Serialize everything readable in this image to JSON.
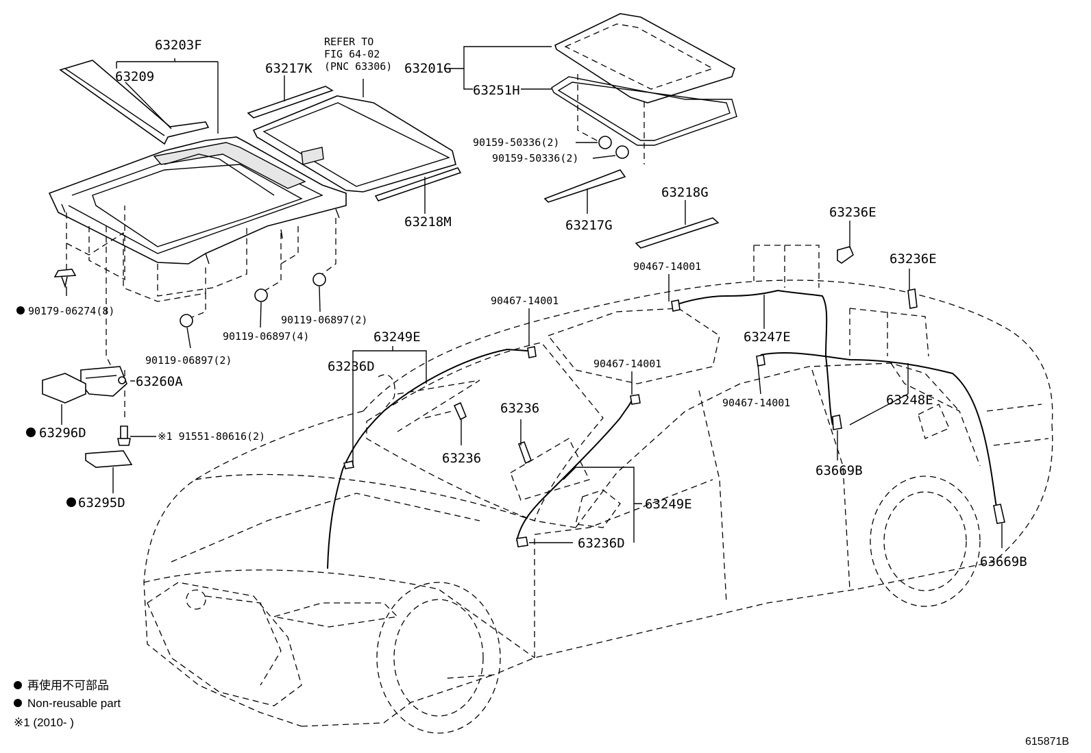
{
  "labels": {
    "p63203F": "63203F",
    "p63209": "63209",
    "p63217K": "63217K",
    "refer_line1": "REFER TO",
    "refer_line2": "FIG 64-02",
    "refer_line3": "(PNC 63306)",
    "p63201G": "63201G",
    "p63251H": "63251H",
    "bolt_a": "90159-50336(2)",
    "bolt_b": "90159-50336(2)",
    "p63218M": "63218M",
    "p63217G": "63217G",
    "p63218G": "63218G",
    "p63236E_top": "63236E",
    "p63236E_right": "63236E",
    "clip_top_right": "90467-14001",
    "clip_left": "90467-14001",
    "clip_mid": "90467-14001",
    "clip_right": "90467-14001",
    "p63247E": "63247E",
    "p63248E": "63248E",
    "p63249E_top": "63249E",
    "p63249E_mid": "63249E",
    "p63236D_left": "63236D",
    "p63236D_mid": "63236D",
    "p63236_a": "63236",
    "p63236_b": "63236",
    "p63669B_a": "63669B",
    "p63669B_b": "63669B",
    "nut_8": "90179-06274(8)",
    "bolt_2_left": "90119-06897(2)",
    "bolt_4": "90119-06897(4)",
    "bolt_2_right": "90119-06897(2)",
    "p63260A": "63260A",
    "p63296D": "63296D",
    "screw": "※1 91551-80616(2)",
    "p63295D": "63295D"
  },
  "legend": {
    "jp": "再使用不可部品",
    "en": "Non-reusable part",
    "note": "※1 (2010-      )"
  },
  "figure_code": "615871B"
}
